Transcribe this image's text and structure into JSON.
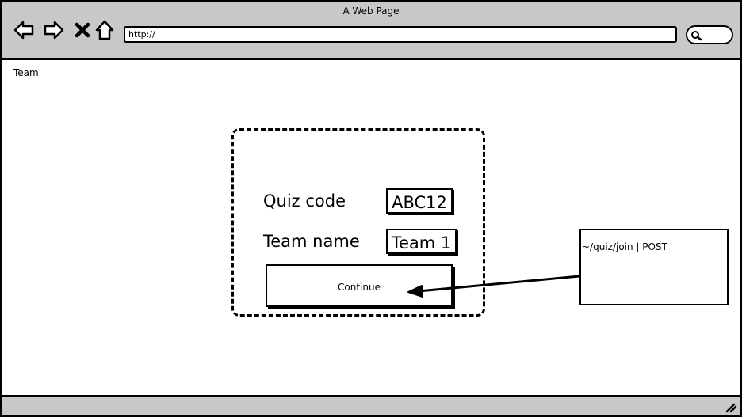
{
  "window": {
    "title": "A Web Page"
  },
  "toolbar": {
    "back_icon": "back-arrow-icon",
    "forward_icon": "forward-arrow-icon",
    "stop_icon": "close-icon",
    "home_icon": "home-icon",
    "url": "http://",
    "search_icon": "search-icon"
  },
  "page": {
    "label": "Team"
  },
  "form": {
    "quiz_code_label": "Quiz code",
    "quiz_code_value": "ABC12",
    "team_name_label": "Team name",
    "team_name_value": "Team 1",
    "continue_label": "Continue"
  },
  "annotation": {
    "text": "~/quiz/join | POST"
  }
}
